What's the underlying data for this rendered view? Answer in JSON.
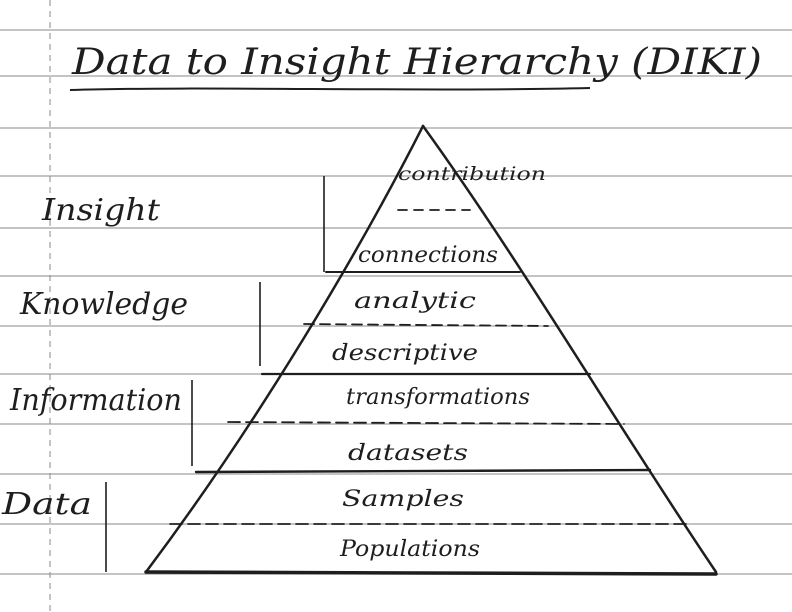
{
  "title": "Data to Insight Hierarchy (DIKI)",
  "categories": [
    {
      "key": "insight",
      "label": "Insight"
    },
    {
      "key": "knowledge",
      "label": "Knowledge"
    },
    {
      "key": "information",
      "label": "Information"
    },
    {
      "key": "data",
      "label": "Data"
    }
  ],
  "layers": [
    {
      "key": "contribution",
      "label": "contribution"
    },
    {
      "key": "connections",
      "label": "connections"
    },
    {
      "key": "analytic",
      "label": "analytic"
    },
    {
      "key": "descriptive",
      "label": "descriptive"
    },
    {
      "key": "transformations",
      "label": "transformations"
    },
    {
      "key": "datasets",
      "label": "datasets"
    },
    {
      "key": "samples",
      "label": "Samples"
    },
    {
      "key": "populations",
      "label": "Populations"
    }
  ],
  "colors": {
    "ink": "#1e1e1e",
    "rule": "#8a8a8a",
    "paper": "#ffffff"
  }
}
